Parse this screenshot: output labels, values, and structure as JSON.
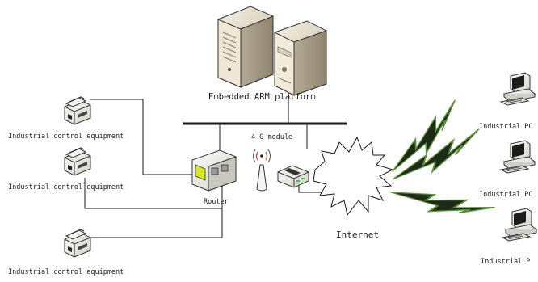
{
  "labels": {
    "server": "Embedded ARM platform",
    "module": "4 G  module",
    "router": "Router",
    "internet": "Internet",
    "equipment_1": "Industrial control equipment",
    "equipment_2": "Industrial control equipment",
    "equipment_3": "Industrial control equipment",
    "pc_1": "Industrial PC",
    "pc_2": "Industrial PC",
    "pc_3": "Industrial P"
  },
  "colors": {
    "line": "#1a1a1a",
    "server_body": "#ece5d4",
    "server_shadow": "#a69b86",
    "router_screen": "#d8e626",
    "lightning": "#1d2a17",
    "lightning_glow": "#5a8f3d",
    "modem_light": "#3cc23c"
  },
  "icons": [
    "server-icon",
    "printer-icon",
    "router-icon",
    "antenna-icon",
    "modem-icon",
    "cloud-icon",
    "lightning-icon",
    "computer-icon"
  ]
}
